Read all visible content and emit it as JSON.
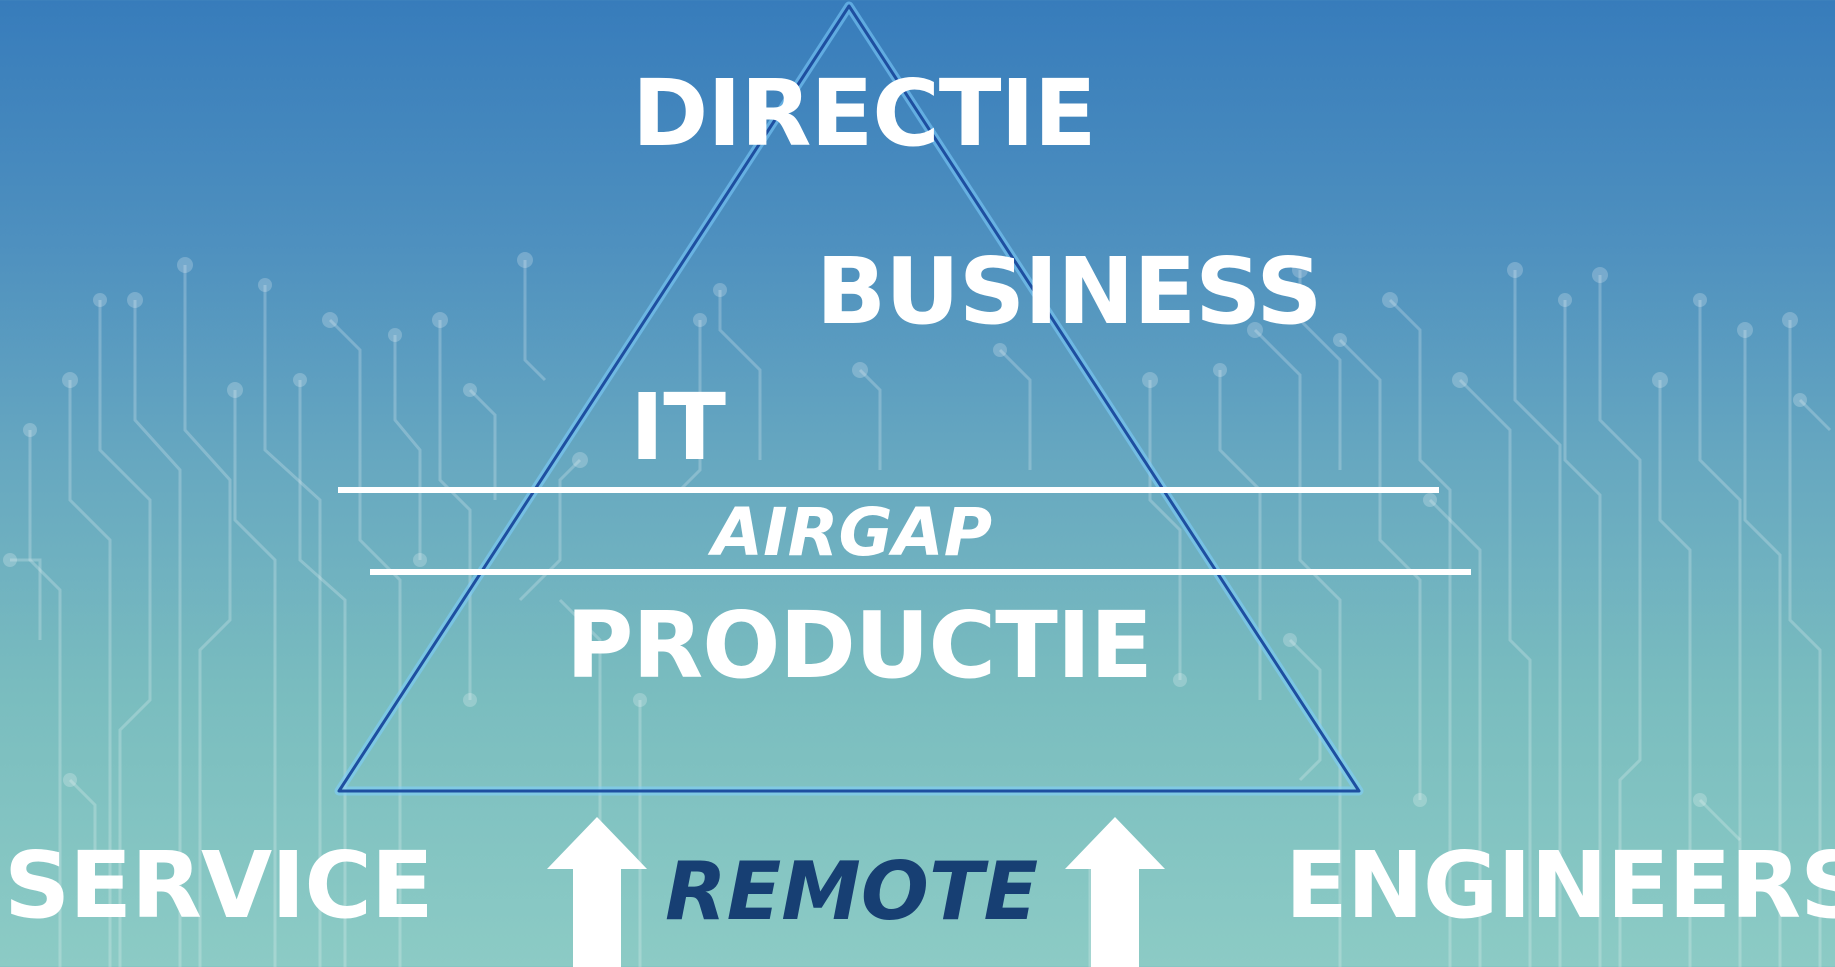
{
  "diagram": {
    "levels": {
      "directie": "DIRECTIE",
      "business": "BUSINESS",
      "it": "IT",
      "airgap": "AIRGAP",
      "productie": "PRODUCTIE"
    },
    "bottom": {
      "left": "SERVICE",
      "center": "REMOTE",
      "right": "ENGINEERS"
    },
    "colors": {
      "background_top": "#377cbb",
      "background_bottom": "#8ccbc5",
      "text": "#ffffff",
      "remote_text": "#173f73",
      "pyramid_outline": "#1e4fa0"
    },
    "icons": [
      "circuit-background",
      "pyramid-outline",
      "up-arrow-icon",
      "up-arrow-icon"
    ]
  }
}
